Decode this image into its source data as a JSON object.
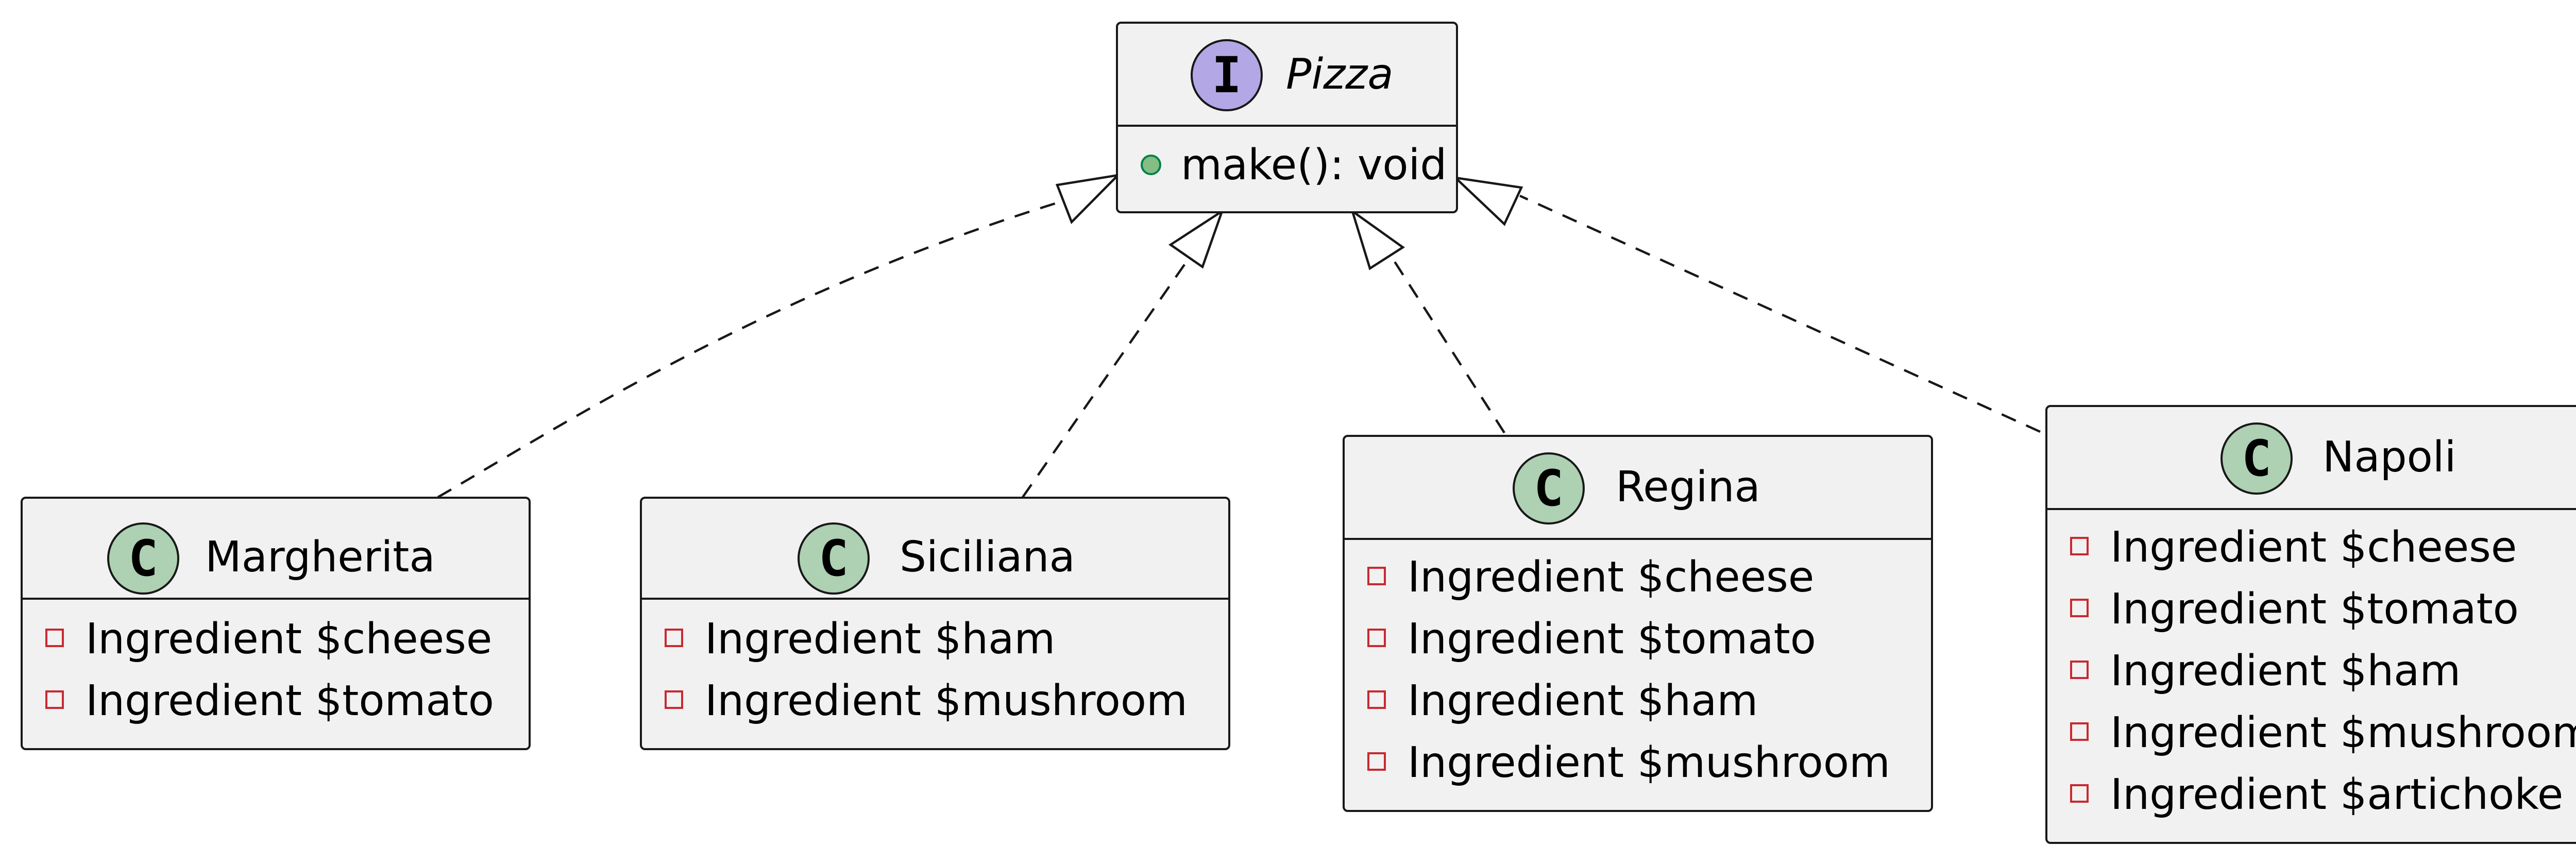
{
  "interface": {
    "stereotype_letter": "I",
    "name": "Pizza",
    "methods": [
      {
        "visibility": "public",
        "text": "make(): void"
      }
    ]
  },
  "classes": [
    {
      "id": "margherita",
      "badge": "C",
      "name": "Margherita",
      "fields": [
        {
          "visibility": "private",
          "text": "Ingredient $cheese"
        },
        {
          "visibility": "private",
          "text": "Ingredient $tomato"
        }
      ]
    },
    {
      "id": "siciliana",
      "badge": "C",
      "name": "Siciliana",
      "fields": [
        {
          "visibility": "private",
          "text": "Ingredient $ham"
        },
        {
          "visibility": "private",
          "text": "Ingredient $mushroom"
        }
      ]
    },
    {
      "id": "regina",
      "badge": "C",
      "name": "Regina",
      "fields": [
        {
          "visibility": "private",
          "text": "Ingredient $cheese"
        },
        {
          "visibility": "private",
          "text": "Ingredient $tomato"
        },
        {
          "visibility": "private",
          "text": "Ingredient $ham"
        },
        {
          "visibility": "private",
          "text": "Ingredient $mushroom"
        }
      ]
    },
    {
      "id": "napoli",
      "badge": "C",
      "name": "Napoli",
      "fields": [
        {
          "visibility": "private",
          "text": "Ingredient $cheese"
        },
        {
          "visibility": "private",
          "text": "Ingredient $tomato"
        },
        {
          "visibility": "private",
          "text": "Ingredient $ham"
        },
        {
          "visibility": "private",
          "text": "Ingredient $mushroom"
        },
        {
          "visibility": "private",
          "text": "Ingredient $artichoke"
        }
      ]
    }
  ],
  "relations": [
    {
      "from": "margherita",
      "to": "Pizza",
      "type": "realization"
    },
    {
      "from": "siciliana",
      "to": "Pizza",
      "type": "realization"
    },
    {
      "from": "regina",
      "to": "Pizza",
      "type": "realization"
    },
    {
      "from": "napoli",
      "to": "Pizza",
      "type": "realization"
    }
  ],
  "colors": {
    "class_fill": "#f1f1f1",
    "border": "#181818",
    "class_badge": "#add1b2",
    "interface_badge": "#b4a7e5",
    "private_marker": "#c82930",
    "public_marker_fill": "#84be84",
    "public_marker_border": "#038048"
  }
}
